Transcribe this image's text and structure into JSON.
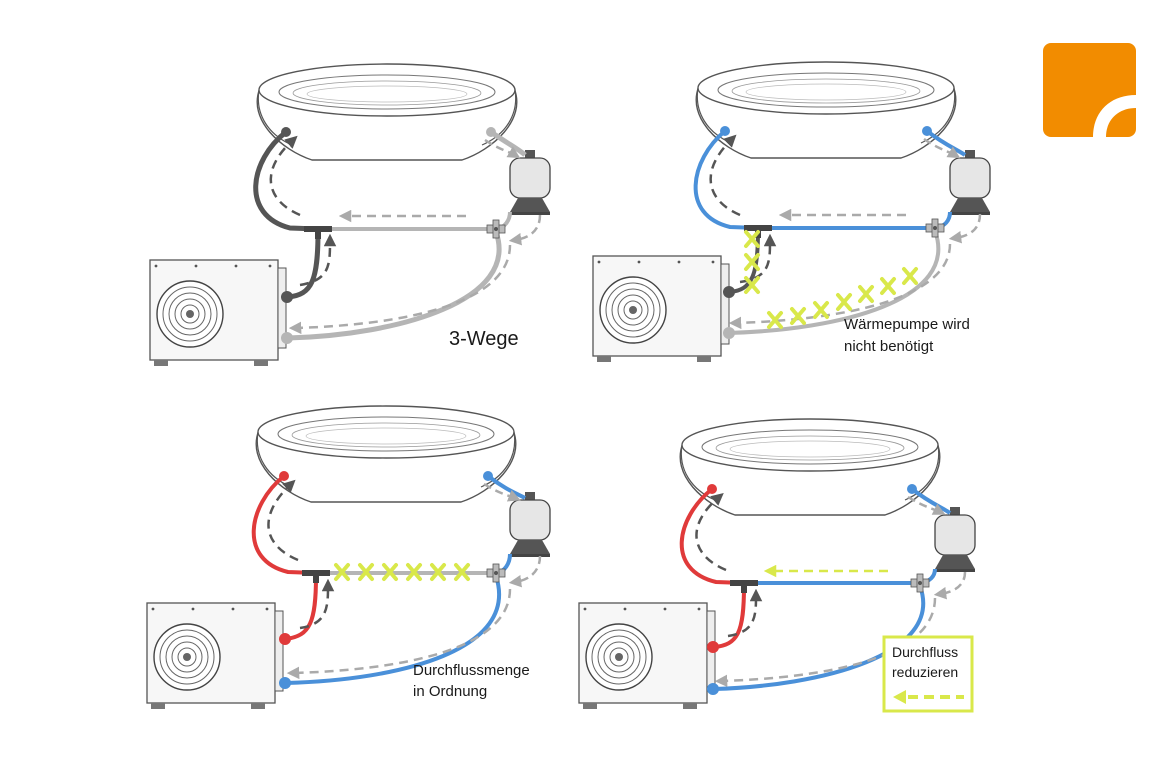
{
  "logo": {
    "name": "brand-logo",
    "color": "#F28C00"
  },
  "colors": {
    "pipe_dark": "#555555",
    "pipe_gray": "#B5B5B5",
    "pipe_blue": "#4A90D9",
    "pipe_red": "#E03A3A",
    "blocked": "#D9E84A",
    "flow_arrow": "#555555",
    "flow_arrow_light": "#AAAAAA",
    "flow_arrow_yellow": "#D9E84A"
  },
  "panels": [
    {
      "id": "three-way",
      "label": "3-Wege"
    },
    {
      "id": "pump-not-needed",
      "label_lines": [
        "Wärmepumpe wird",
        "nicht benötigt"
      ]
    },
    {
      "id": "flow-ok",
      "label_lines": [
        "Durchflussmenge",
        "in Ordnung"
      ]
    },
    {
      "id": "reduce-flow",
      "label_lines": [
        "Durchfluss",
        "reduzieren"
      ]
    }
  ],
  "blocked_marker": "X"
}
